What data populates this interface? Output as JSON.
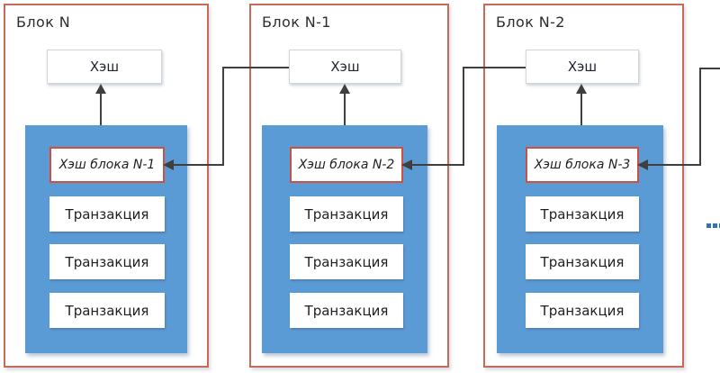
{
  "diagram": {
    "type": "blockchain-structure",
    "blocks": [
      {
        "title": "Блок N",
        "hash_label": "Хэш",
        "prev_hash_label": "Хэш блока N-1",
        "transactions": [
          "Транзакция",
          "Транзакция",
          "Транзакция"
        ]
      },
      {
        "title": "Блок N-1",
        "hash_label": "Хэш",
        "prev_hash_label": "Хэш блока N-2",
        "transactions": [
          "Транзакция",
          "Транзакция",
          "Транзакция"
        ]
      },
      {
        "title": "Блок N-2",
        "hash_label": "Хэш",
        "prev_hash_label": "Хэш блока N-3",
        "transactions": [
          "Транзакция",
          "Транзакция",
          "Транзакция"
        ]
      }
    ],
    "connections": [
      {
        "from": "Блок N-1.Хэш",
        "to": "Блок N.Хэш блока N-1"
      },
      {
        "from": "Блок N-2.Хэш",
        "to": "Блок N-1.Хэш блока N-2"
      },
      {
        "from": "offscreen-right",
        "to": "Блок N-2.Хэш блока N-3"
      }
    ],
    "ellipsis": "…",
    "colors": {
      "block_border": "#c96a57",
      "prev_hash_border": "#cd5140",
      "container_fill": "#5b9bd5",
      "connector": "#3f3f3f",
      "hash_border": "#d4d4d4",
      "ellipsis_color": "#2e75b6",
      "text": "#262626"
    }
  }
}
